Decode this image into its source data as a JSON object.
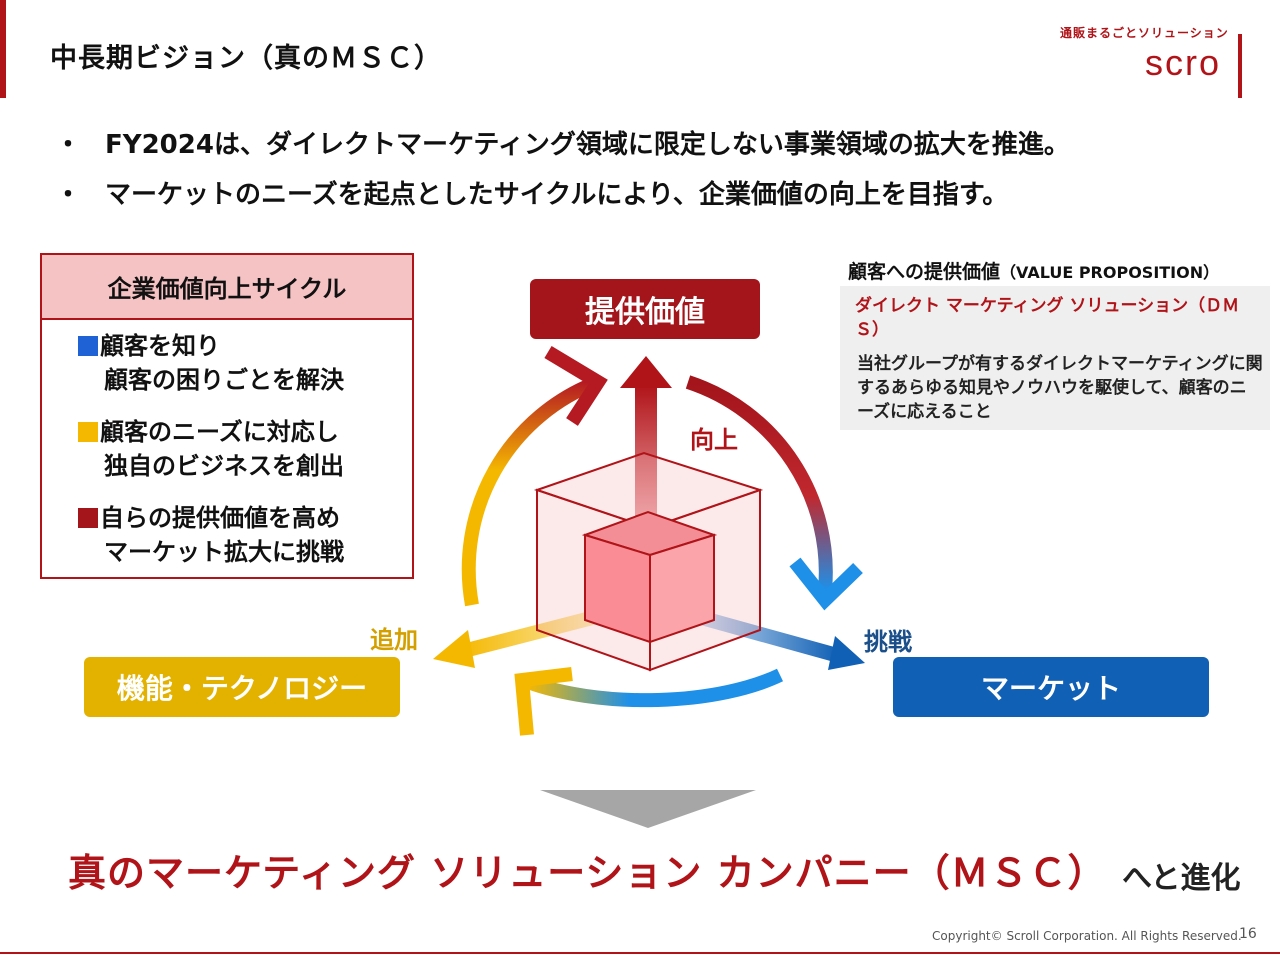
{
  "header": {
    "title": "中長期ビジョン（真のＭＳＣ）",
    "logo_tagline": "通販まるごとソリューション",
    "logo_word": "scro"
  },
  "bullets": [
    {
      "marker": "・",
      "text": "FY2024は、ダイレクトマーケティング領域に限定しない事業領域の拡大を推進。"
    },
    {
      "marker": "・",
      "text": "マーケットのニーズを起点としたサイクルにより、企業価値の向上を目指す。"
    }
  ],
  "cycle_box": {
    "title": "企業価値向上サイクル",
    "items": [
      {
        "color": "#1e62d6",
        "line1": "顧客を知り",
        "line2": "顧客の困りごとを解決"
      },
      {
        "color": "#f5b800",
        "line1": "顧客のニーズに対応し",
        "line2": "独自のビジネスを創出"
      },
      {
        "color": "#a3141b",
        "line1": "自らの提供価値を高め",
        "line2": "マーケット拡大に挑戦"
      }
    ]
  },
  "value_proposition": {
    "title": "顧客への提供価値",
    "title_en": "（VALUE PROPOSITION）",
    "heading": "ダイレクト マーケティング ソリューション（ＤＭＳ）",
    "body": "当社グループが有するダイレクトマーケティングに関するあらゆる知見やノウハウを駆使して、顧客のニーズに応えること"
  },
  "diagram": {
    "value_label": "提供価値",
    "tech_label": "機能・テクノロジー",
    "market_label": "マーケット",
    "up_label": "向上",
    "add_label": "追加",
    "challenge_label": "挑戦",
    "colors": {
      "red": "#a3141b",
      "yellow": "#f5b800",
      "blue": "#1e90e8"
    }
  },
  "conclusion": {
    "main": "真のマーケティング ソリューション カンパニー（ＭＳＣ）",
    "suffix": "へと進化"
  },
  "footer": {
    "copyright": "Copyright© Scroll Corporation. All Rights Reserved.",
    "page": "16"
  }
}
